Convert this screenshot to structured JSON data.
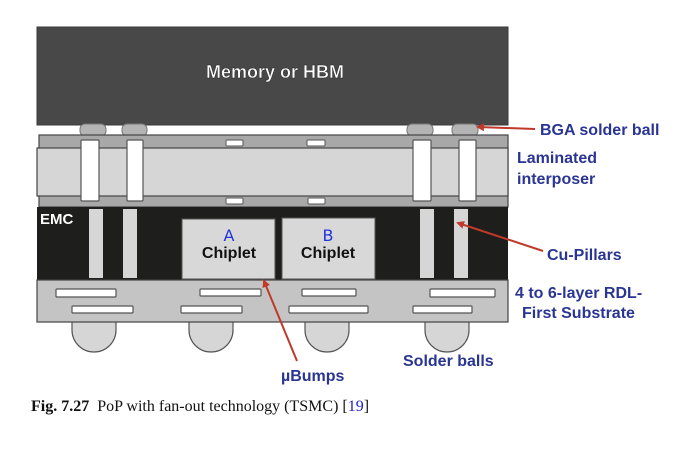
{
  "diagram": {
    "memory_label": "Memory or HBM",
    "emc_label": "EMC",
    "chiplets": [
      {
        "letter": "A",
        "label": "Chiplet"
      },
      {
        "letter": "B",
        "label": "Chiplet"
      }
    ],
    "callouts": {
      "bga": "BGA solder ball",
      "interposer_line1": "Laminated",
      "interposer_line2": "interposer",
      "cu_pillars": "Cu-Pillars",
      "rdl_line1": "4 to 6-layer RDL-",
      "rdl_line2": "First Substrate",
      "solder_balls": "Solder balls",
      "ubumps": "µBumps"
    },
    "colors": {
      "memory": "#484848",
      "emc": "#1e1e1c",
      "interposer_core": "#d6d6d6",
      "interposer_skin": "#a8a8a8",
      "substrate": "#c4c4c4",
      "callout_text": "#2a3593",
      "arrow": "#c0392b",
      "chiplet_letter": "#2233dd"
    }
  },
  "caption": {
    "fig_number": "Fig. 7.27",
    "text": "PoP with fan-out technology (TSMC) [",
    "ref": "19",
    "close": "]"
  }
}
